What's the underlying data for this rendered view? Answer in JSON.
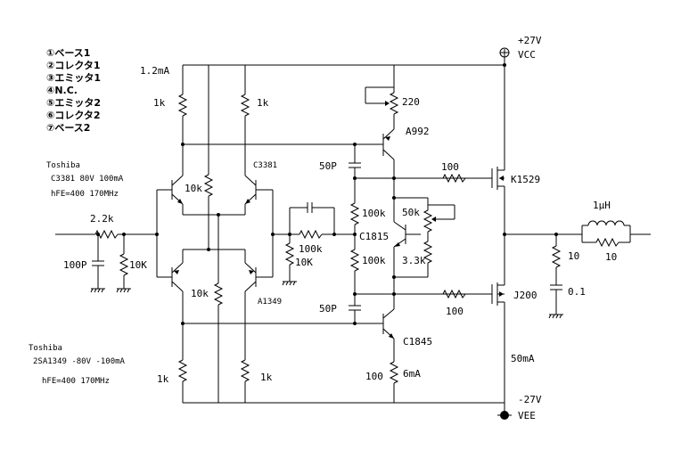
{
  "pin_legend": [
    "①ベース1",
    "②コレクタ1",
    "③エミッタ1",
    "④N.C.",
    "⑤エミッタ2",
    "⑥コレクタ2",
    "⑦ベース2"
  ],
  "notes": {
    "npn_maker": "Toshiba",
    "npn_spec": "C3381  80V  100mA",
    "npn_hfe": "hFE=400 170MHz",
    "pnp_maker": "Toshiba",
    "pnp_spec": "2SA1349  -80V -100mA",
    "pnp_hfe": "hFE=400 170MHz"
  },
  "rails": {
    "vcc_voltage": "+27V",
    "vcc_name": "VCC",
    "vee_voltage": "-27V",
    "vee_name": "VEE"
  },
  "currents": {
    "top": "1.2mA",
    "vas": "6mA",
    "output": "50mA"
  },
  "components": {
    "r_in": "2.2k",
    "c_in": "100P",
    "r_in_gnd": "10K",
    "r_top_left": "1k",
    "r_top_right": "1k",
    "r_bot_left": "1k",
    "r_bot_right": "1k",
    "r_tail_top": "10k",
    "r_tail_bot": "10k",
    "q_top_pair": "C3381",
    "q_bot_pair": "A1349",
    "r_fb": "100k",
    "r_fb_gnd": "10K",
    "c_comp_top": "50P",
    "c_comp_bot": "50P",
    "r_220": "220",
    "q_a992": "A992",
    "r_bias_top": "100k",
    "q_bias": "C1815",
    "r_bias_bot": "100k",
    "r_50k": "50k",
    "r_3k3": "3.3k",
    "q_c1845": "C1845",
    "r_ccs": "100",
    "r_gate_top": "100",
    "r_gate_bot": "100",
    "m_top": "K1529",
    "m_bot": "J200",
    "zobel_r": "10",
    "zobel_c": "0.1",
    "out_l": "1μH",
    "out_r": "10"
  }
}
